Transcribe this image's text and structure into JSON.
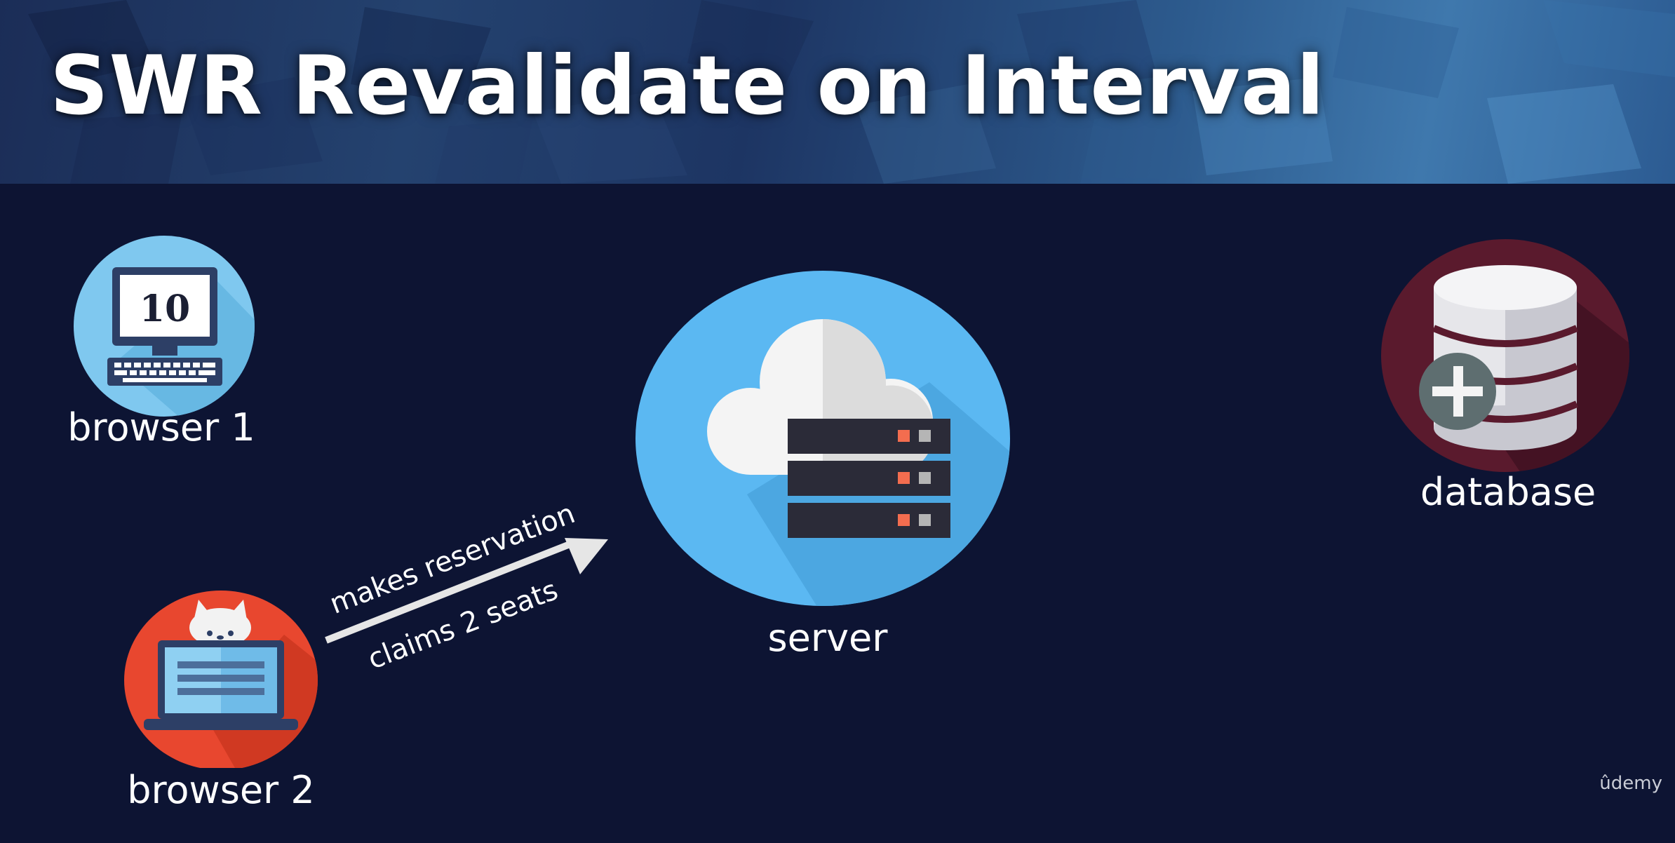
{
  "title": "SWR Revalidate on Interval",
  "nodes": {
    "browser1": {
      "label": "browser 1",
      "screen_value": "10"
    },
    "browser2": {
      "label": "browser 2"
    },
    "server": {
      "label": "server"
    },
    "database": {
      "label": "database"
    }
  },
  "arrow": {
    "label_top": "makes reservation",
    "label_bottom": "claims 2 seats"
  },
  "watermark": "ûdemy",
  "colors": {
    "background": "#0d1433",
    "browser1_circle": "#7fc8ef",
    "browser2_circle": "#e8472f",
    "server_circle": "#5bb8f2",
    "database_circle": "#5a1a2d",
    "arrow": "#e6e6e6"
  }
}
